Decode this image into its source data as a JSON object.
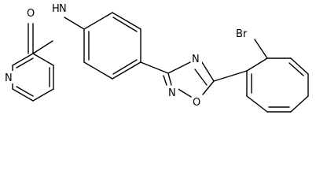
{
  "molecule": {
    "atom_labels": {
      "carbonyl_o": "O",
      "amide_n": "N",
      "amide_h": "H",
      "pyridine_n": "N",
      "oxadiazole_n4": "N",
      "oxadiazole_n2": "N",
      "oxadiazole_o1": "O",
      "bromine": "Br"
    },
    "colors": {
      "bond": "#000000",
      "label": "#000000",
      "background": "#ffffff"
    }
  }
}
